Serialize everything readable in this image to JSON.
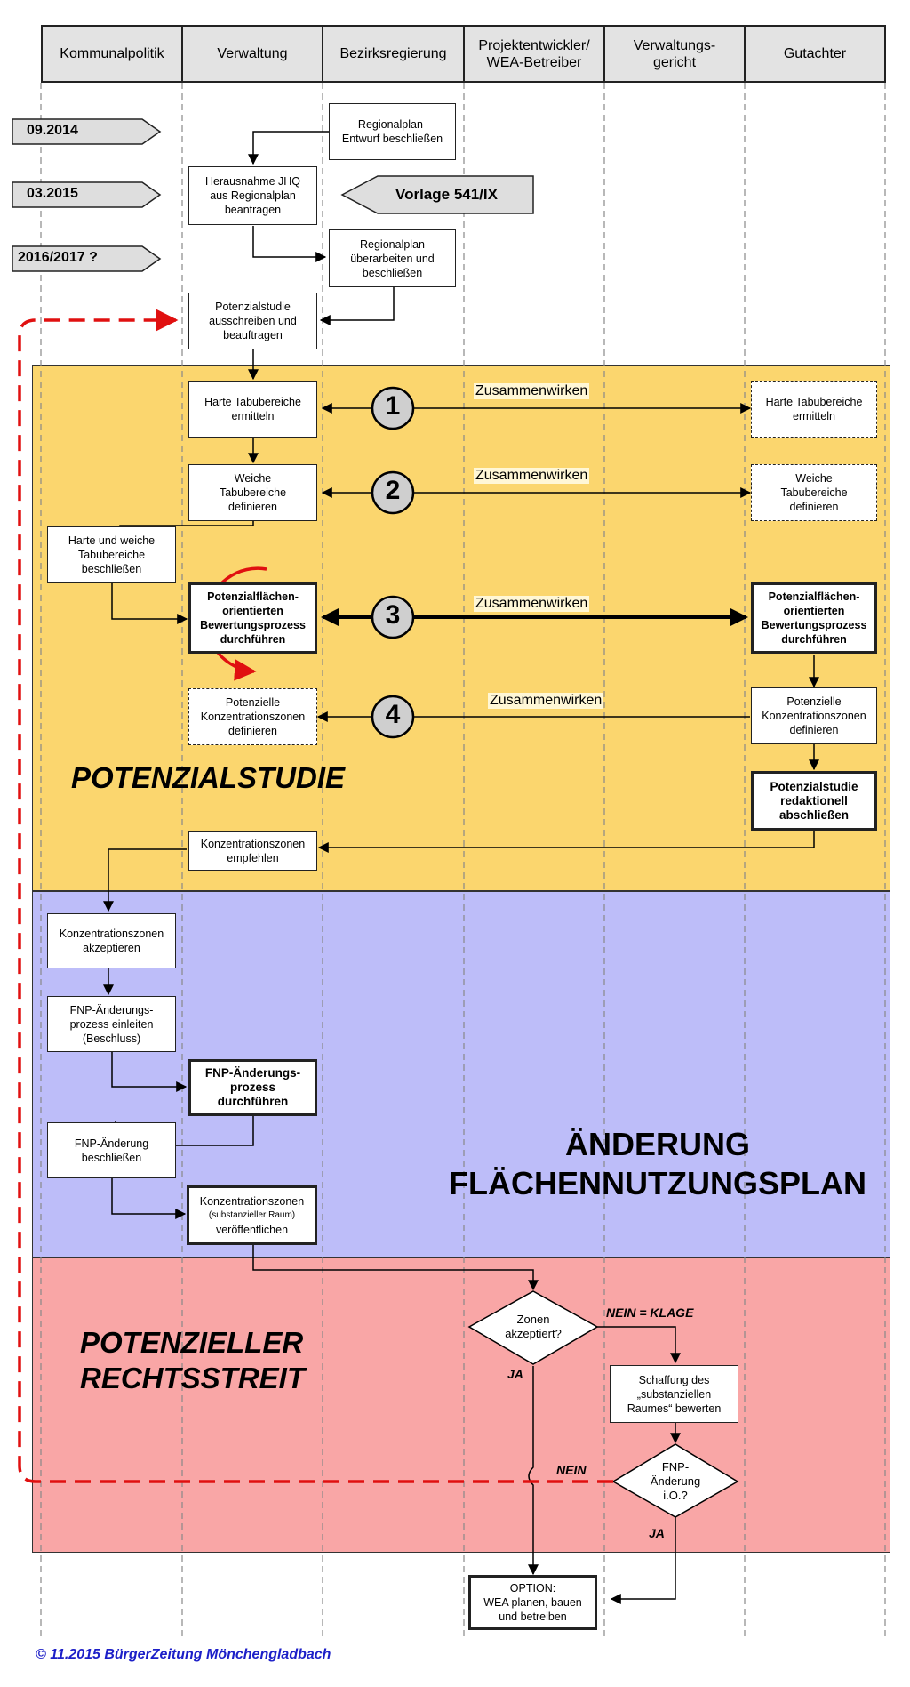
{
  "lanes": [
    "Kommunalpolitik",
    "Verwaltung",
    "Bezirksregierung",
    "Projektentwickler/\nWEA-Betreiber",
    "Verwaltungs-\ngericht",
    "Gutachter"
  ],
  "dates": {
    "d1": "09.2014",
    "d2": "03.2015",
    "d3": "2016/2017 ?"
  },
  "vorlage": "Vorlage 541/IX",
  "boxes": {
    "regionalplan_entwurf": "Regionalplan-\nEntwurf beschließen",
    "herausnahme": "Herausnahme JHQ\naus Regionalplan\nbeantragen",
    "regionalplan_ueberarbeiten": "Regionalplan\nüberarbeiten und\nbeschließen",
    "potenzialstudie_ausschreiben": "Potenzialstudie\nausschreiben und\nbeauftragen",
    "harte_verw": "Harte Tabubereiche\nermitteln",
    "harte_gut": "Harte Tabubereiche\nermitteln",
    "weiche_verw": "Weiche\nTabubereiche\ndefinieren",
    "weiche_gut": "Weiche\nTabubereiche\ndefinieren",
    "harte_weiche_beschl": "Harte und weiche\nTabubereiche\nbeschließen",
    "bewertung_verw": "Potenzialflächen-\norientierten\nBewertungsprozess\ndurchführen",
    "bewertung_gut": "Potenzialflächen-\norientierten\nBewertungsprozess\ndurchführen",
    "konz_verw": "Potenzielle\nKonzentrationszonen\ndefinieren",
    "konz_gut": "Potenzielle\nKonzentrationszonen\ndefinieren",
    "studie_abschliessen": "Potenzialstudie\nredaktionell\nabschließen",
    "konz_empfehlen": "Konzentrationszonen\nempfehlen",
    "konz_akzeptieren": "Konzentrationszonen\nakzeptieren",
    "fnp_einleiten": "FNP-Änderungs-\nprozess einleiten\n(Beschluss)",
    "fnp_durchfuehren": "FNP-Änderungs-\nprozess\ndurchführen",
    "fnp_beschliessen": "FNP-Änderung\nbeschließen",
    "konz_veroeff_1": "Konzentrationszonen",
    "konz_veroeff_2": "(substanzieller Raum)",
    "konz_veroeff_3": "veröffentlichen",
    "schaffung": "Schaffung des\n„substanziellen\nRaumes“ bewerten",
    "option": "OPTION:\nWEA planen, bauen\nund betreiben"
  },
  "zusammenwirken": "Zusammenwirken",
  "numbers": [
    "1",
    "2",
    "3",
    "4"
  ],
  "sections": {
    "potenzialstudie": "POTENZIALSTUDIE",
    "fnp": "ÄNDERUNG\nFLÄCHENNUTZUNGSPLAN",
    "rechtsstreit": "POTENZIELLER\nRECHTSSTREIT"
  },
  "decisions": {
    "zonen": "Zonen\nakzeptiert?",
    "fnp": "FNP-\nÄnderung\ni.O.?"
  },
  "edge_labels": {
    "nein_klage": "NEIN = KLAGE",
    "ja1": "JA",
    "nein": "NEIN",
    "ja2": "JA"
  },
  "copyright": "© 11.2015 BürgerZeitung Mönchengladbach",
  "colors": {
    "potenzialstudie": "#fbd66e",
    "fnp": "#bdbdf9",
    "rechtsstreit": "#f9a6a6",
    "dashed_loop": "#e01010",
    "copyright": "#1c1fc8"
  }
}
